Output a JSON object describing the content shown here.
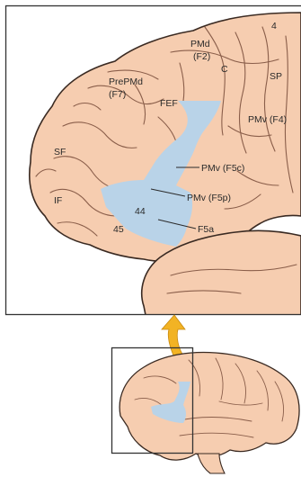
{
  "labels": {
    "pmd": "PMd",
    "f2": "(F2)",
    "four": "4",
    "prepmd": "PrePMd",
    "f7": "(F7)",
    "c": "C",
    "sp": "SP",
    "fef": "FEF",
    "pmv_f4": "PMv (F4)",
    "sf": "SF",
    "pmv_f5c": "PMv (F5c)",
    "pmv_f5p": "PMv (F5p)",
    "if": "IF",
    "a44": "44",
    "a45": "45",
    "f5a": "F5a"
  },
  "colors": {
    "brain": "#f6cdb0",
    "brain_outline": "#3a2a22",
    "sulci": "#8a5e4a",
    "highlight": "#b9d3e8",
    "arrow": "#f2b324",
    "frame": "#333333"
  }
}
